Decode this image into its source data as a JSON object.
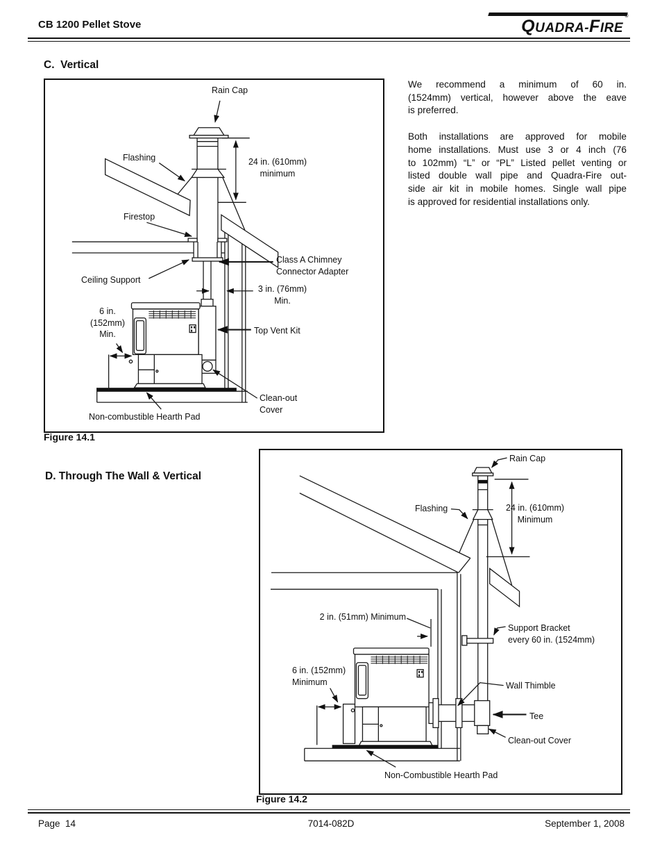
{
  "header": {
    "title": "CB 1200 Pellet Stove",
    "logo_q": "Q",
    "logo_uadra": "UADRA",
    "logo_dash": "-",
    "logo_f": "F",
    "logo_ire": "IRE",
    "registered": "®"
  },
  "section_c": {
    "heading": "C.  Vertical",
    "figure_caption": "Figure 14.1"
  },
  "section_d": {
    "heading": "D. Through The Wall & Vertical",
    "figure_caption": "Figure 14.2"
  },
  "intro": {
    "para1_lines": [
      "We recommend a minimum of 60 in.",
      "(1524mm) vertical, however above the eave",
      "is preferred."
    ],
    "para2_lines": [
      "Both installations are approved for mobile",
      "home installations.  Must use 3 or 4 inch (76",
      "to 102mm) “L” or “PL” Listed pellet venting or",
      "listed double wall pipe and Quadra-Fire out-",
      "side air kit in mobile homes.  Single wall pipe",
      "is approved for residential installations only."
    ]
  },
  "figure1": {
    "labels": {
      "rain_cap": "Rain Cap",
      "flashing": "Flashing",
      "firestop": "Firestop",
      "ceiling_support": "Ceiling Support",
      "class_a": [
        "Class A Chimney",
        "Connector Adapter"
      ],
      "dim_24": [
        "24 in. (610mm)",
        "minimum"
      ],
      "dim_3": [
        "3 in. (76mm)",
        "Min."
      ],
      "top_vent": "Top Vent Kit",
      "dim_6": [
        "6 in.",
        "(152mm)",
        "Min."
      ],
      "clean_out": [
        "Clean-out",
        "Cover"
      ],
      "hearth": "Non-combustible Hearth Pad"
    }
  },
  "figure2": {
    "labels": {
      "rain_cap": "Rain Cap",
      "flashing": "Flashing",
      "dim_24": [
        "24 in. (610mm)",
        "Minimum"
      ],
      "dim_2": "2 in. (51mm) Minimum",
      "support": [
        "Support Bracket",
        "every 60 in. (1524mm)"
      ],
      "dim_6": [
        "6 in. (152mm)",
        "Minimum"
      ],
      "wall_thimble": "Wall Thimble",
      "tee": "Tee",
      "clean_out": "Clean-out Cover",
      "hearth": "Non-Combustible Hearth Pad"
    }
  },
  "footer": {
    "page": "Page  14",
    "doc_number": "7014-082D",
    "date": "September 1, 2008"
  }
}
